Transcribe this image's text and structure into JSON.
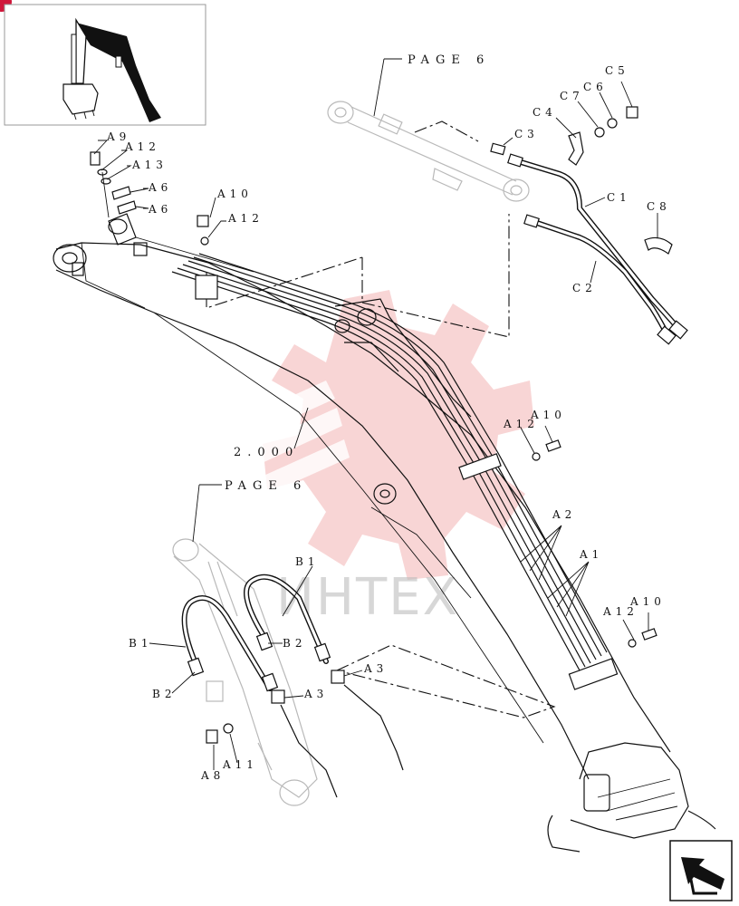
{
  "page_refs": [
    "PAGE 6",
    "PAGE 6"
  ],
  "main_assembly": "2.000",
  "callouts": {
    "a9": "A9",
    "a12_top": "A12",
    "a13": "A13",
    "a6_1": "A6",
    "a6_2": "A6",
    "a10_top": "A10",
    "a12_mid": "A12",
    "c5": "C5",
    "c6": "C6",
    "c7": "C7",
    "c4": "C4",
    "c3": "C3",
    "c1": "C1",
    "c8": "C8",
    "c2": "C2",
    "a12_r1": "A12",
    "a10_r1": "A10",
    "a2": "A2",
    "a1": "A1",
    "a12_r2": "A12",
    "a10_r2": "A10",
    "b1_left": "B1",
    "b1_right": "B1",
    "b2_left": "B2",
    "b2_right": "B2",
    "a3_left": "A3",
    "a3_right": "A3",
    "a8": "A8",
    "a11": "A11"
  },
  "watermark": {
    "text": "ИНТЕX",
    "color": "#f2b3b3"
  },
  "icons": {
    "corner": "red-circle-badge",
    "nav": "next-page-arrow-icon"
  }
}
